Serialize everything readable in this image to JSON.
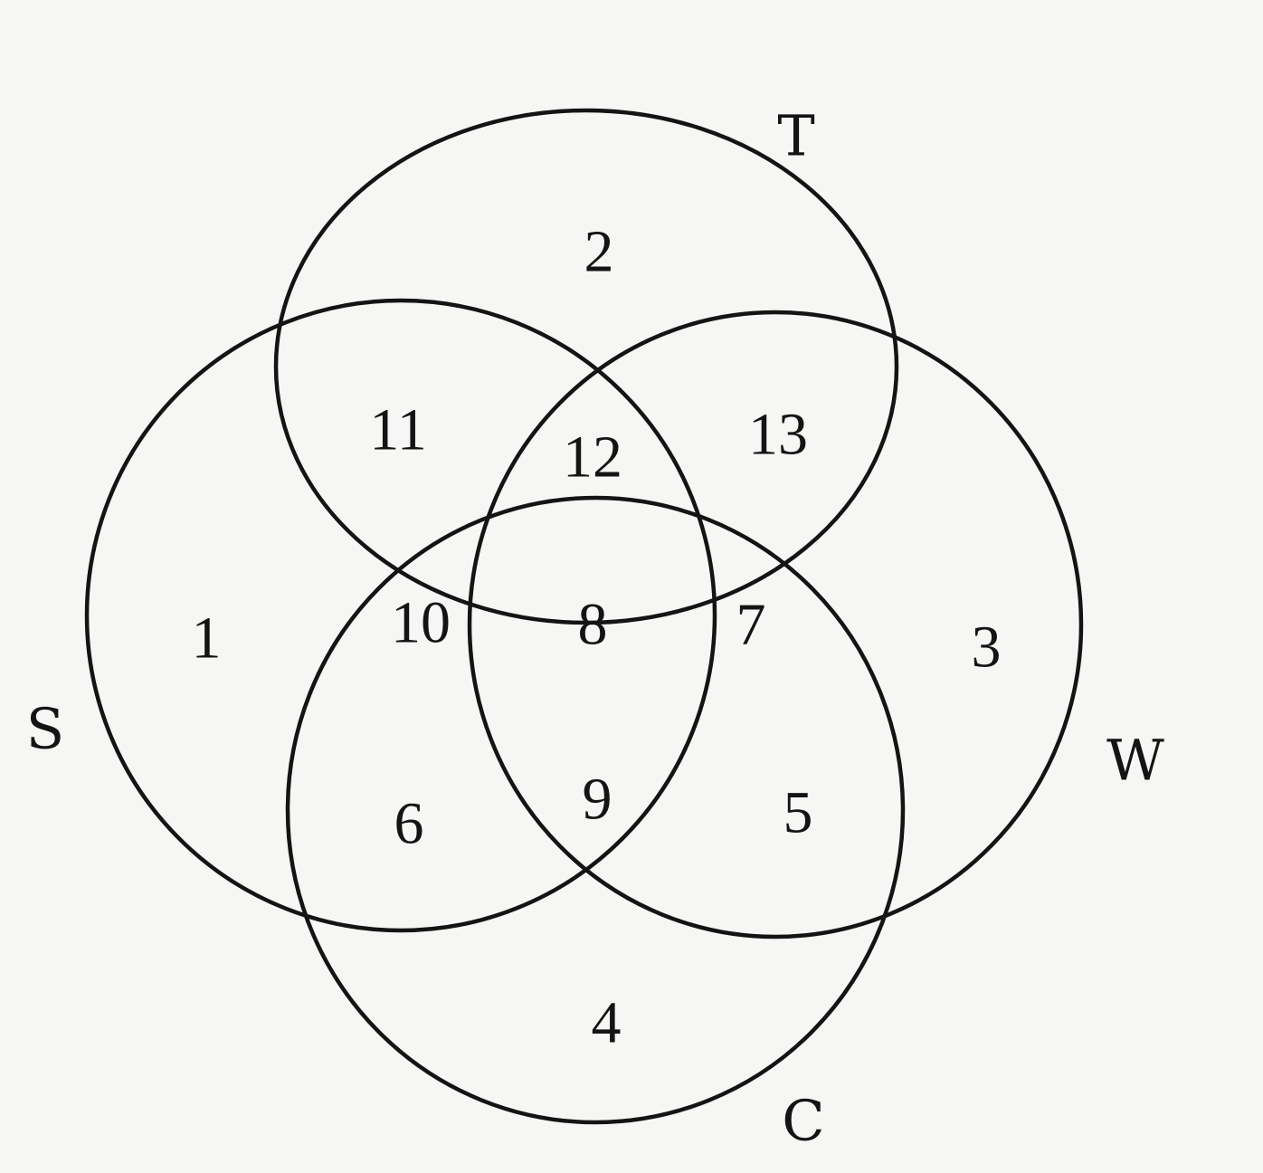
{
  "sets": [
    {
      "id": "T",
      "label": "T"
    },
    {
      "id": "S",
      "label": "S"
    },
    {
      "id": "W",
      "label": "W"
    },
    {
      "id": "C",
      "label": "C"
    }
  ],
  "regions": {
    "T_only": "2",
    "S_only": "1",
    "W_only": "3",
    "C_only": "4",
    "S_T": "11",
    "S_T_W": "12",
    "T_W": "13",
    "S_T_C": "10",
    "S_T_W_C": "8",
    "T_W_C": "7",
    "S_C": "6",
    "S_W_C": "9",
    "W_C": "5"
  }
}
